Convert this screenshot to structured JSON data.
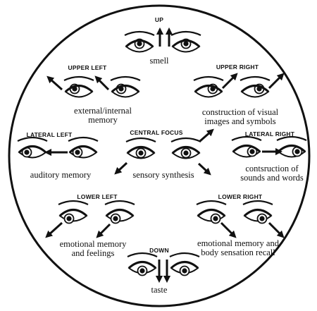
{
  "regions": {
    "up": {
      "heading": "UP",
      "description": "smell"
    },
    "upper_left": {
      "heading": "UPPER LEFT",
      "description": [
        "external/internal",
        "memory"
      ]
    },
    "upper_right": {
      "heading": "UPPER RIGHT",
      "description": [
        "construction of visual",
        "images and symbols"
      ]
    },
    "central": {
      "heading": "CENTRAL FOCUS",
      "description": "sensory synthesis"
    },
    "lateral_left": {
      "heading": "LATERAL LEFT",
      "description": "auditory memory"
    },
    "lateral_right": {
      "heading": "LATERAL RIGHT",
      "description": [
        "contsruction of",
        "sounds and words"
      ]
    },
    "lower_left": {
      "heading": "LOWER LEFT",
      "description": [
        "emotional memory",
        "and feelings"
      ]
    },
    "lower_right": {
      "heading": "LOWER RIGHT",
      "description": [
        "emotional memory and",
        "body sensation recall"
      ]
    },
    "down": {
      "heading": "DOWN",
      "description": "taste"
    }
  },
  "colors": {
    "ink": "#111111",
    "background": "#ffffff"
  }
}
